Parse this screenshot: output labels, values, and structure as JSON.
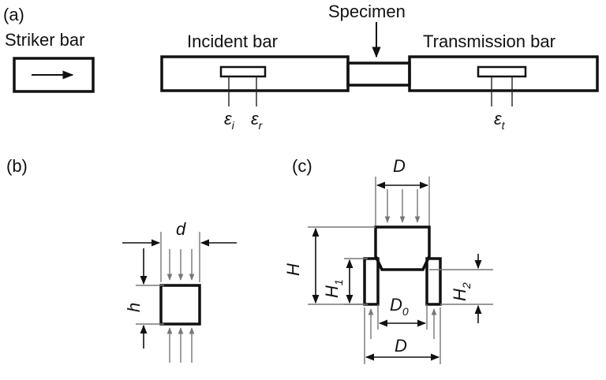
{
  "panel_a": {
    "tag": "(a)",
    "striker_label": "Striker bar",
    "incident_label": "Incident bar",
    "specimen_label": "Specimen",
    "transmission_label": "Transmission bar",
    "gauge_symbol": "ε",
    "gauge_sub_incident": "i",
    "gauge_sub_reflected": "r",
    "gauge_sub_transmitted": "t"
  },
  "panel_b": {
    "tag": "(b)",
    "width_label": "d",
    "height_label": "h"
  },
  "panel_c": {
    "tag": "(c)",
    "top_width_label": "D",
    "height_label": "H",
    "h1_main": "H",
    "h1_sub": "1",
    "h2_main": "H",
    "h2_sub": "2",
    "inner_gap_main": "D",
    "inner_gap_sub": "0",
    "bottom_width_label": "D"
  }
}
